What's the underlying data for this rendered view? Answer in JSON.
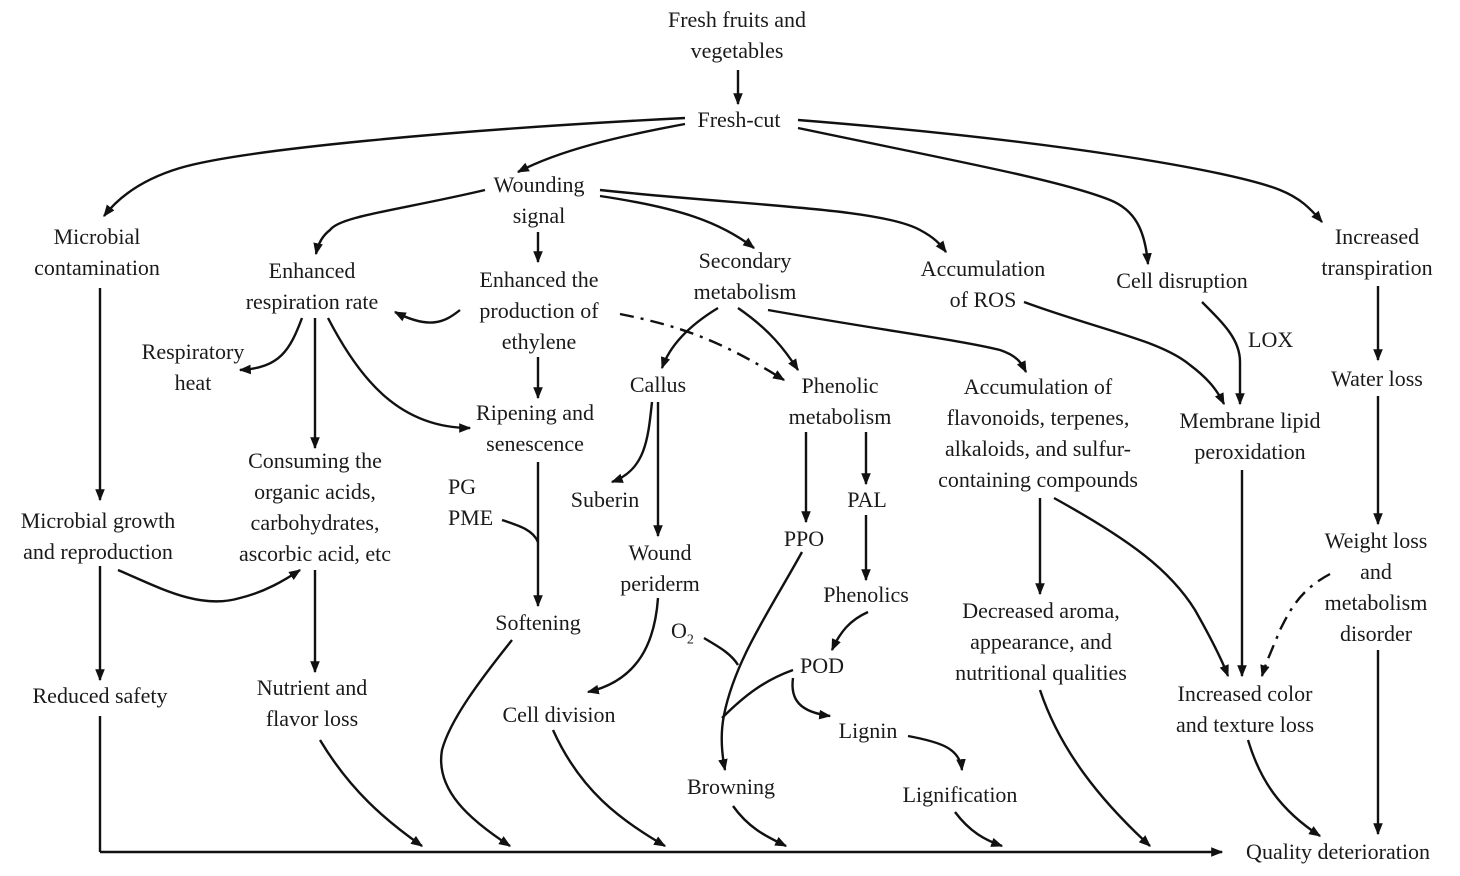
{
  "diagram": {
    "type": "flowchart",
    "topic": "Quality deterioration mechanisms of fresh-cut fruits and vegetables",
    "nodes": {
      "fresh_produce": [
        "Fresh fruits and",
        "vegetables"
      ],
      "fresh_cut": [
        "Fresh-cut"
      ],
      "wounding_signal": [
        "Wounding",
        "signal"
      ],
      "microbial_contamination": [
        "Microbial",
        "contamination"
      ],
      "enhanced_respiration": [
        "Enhanced",
        "respiration rate"
      ],
      "ethylene": [
        "Enhanced the",
        "production of",
        "ethylene"
      ],
      "secondary_metabolism": [
        "Secondary",
        "metabolism"
      ],
      "ros": [
        "Accumulation",
        "of ROS"
      ],
      "cell_disruption": [
        "Cell disruption"
      ],
      "transpiration": [
        "Increased",
        "transpiration"
      ],
      "respiratory_heat": [
        "Respiratory",
        "heat"
      ],
      "ripening": [
        "Ripening and",
        "senescence"
      ],
      "callus": [
        "Callus"
      ],
      "phenolic_metabolism": [
        "Phenolic",
        "metabolism"
      ],
      "accumulation_compounds": [
        "Accumulation of",
        "flavonoids, terpenes,",
        "alkaloids, and sulfur-",
        "containing compounds"
      ],
      "membrane_peroxidation": [
        "Membrane lipid",
        "peroxidation"
      ],
      "water_loss": [
        "Water loss"
      ],
      "microbial_growth": [
        "Microbial growth",
        "and reproduction"
      ],
      "consuming": [
        "Consuming the",
        "organic acids,",
        "carbohydrates,",
        "ascorbic acid, etc"
      ],
      "suberin": [
        "Suberin"
      ],
      "wound_periderm": [
        "Wound",
        "periderm"
      ],
      "ppo": [
        "PPO"
      ],
      "pal": [
        "PAL"
      ],
      "phenolics": [
        "Phenolics"
      ],
      "softening": [
        "Softening"
      ],
      "pod": [
        "POD"
      ],
      "decreased_aroma": [
        "Decreased aroma,",
        "appearance, and",
        "nutritional qualities"
      ],
      "weight_loss": [
        "Weight loss",
        "and",
        "metabolism",
        "disorder"
      ],
      "reduced_safety": [
        "Reduced safety"
      ],
      "nutrient_loss": [
        "Nutrient and",
        "flavor loss"
      ],
      "cell_division": [
        "Cell division"
      ],
      "lignin": [
        "Lignin"
      ],
      "browning": [
        "Browning"
      ],
      "lignification": [
        "Lignification"
      ],
      "color_texture_loss": [
        "Increased color",
        "and texture loss"
      ],
      "quality_deterioration": [
        "Quality deterioration"
      ]
    },
    "edge_labels": {
      "pg": "PG",
      "pme": "PME",
      "lox": "LOX",
      "o2_main": "O",
      "o2_sub": "2"
    },
    "edges": [
      {
        "from": "fresh_produce",
        "to": "fresh_cut",
        "style": "solid"
      },
      {
        "from": "fresh_cut",
        "to": "microbial_contamination",
        "style": "solid"
      },
      {
        "from": "fresh_cut",
        "to": "wounding_signal",
        "style": "solid"
      },
      {
        "from": "fresh_cut",
        "to": "cell_disruption",
        "style": "solid"
      },
      {
        "from": "fresh_cut",
        "to": "transpiration",
        "style": "solid"
      },
      {
        "from": "wounding_signal",
        "to": "enhanced_respiration",
        "style": "solid"
      },
      {
        "from": "wounding_signal",
        "to": "ethylene",
        "style": "solid"
      },
      {
        "from": "wounding_signal",
        "to": "secondary_metabolism",
        "style": "solid"
      },
      {
        "from": "wounding_signal",
        "to": "ros",
        "style": "solid"
      },
      {
        "from": "ethylene",
        "to": "enhanced_respiration",
        "style": "solid"
      },
      {
        "from": "ethylene",
        "to": "phenolic_metabolism",
        "style": "dash-dot"
      },
      {
        "from": "ethylene",
        "to": "ripening",
        "style": "solid"
      },
      {
        "from": "enhanced_respiration",
        "to": "respiratory_heat",
        "style": "solid"
      },
      {
        "from": "enhanced_respiration",
        "to": "consuming",
        "style": "solid"
      },
      {
        "from": "enhanced_respiration",
        "to": "ripening",
        "style": "solid"
      },
      {
        "from": "secondary_metabolism",
        "to": "callus",
        "style": "solid"
      },
      {
        "from": "secondary_metabolism",
        "to": "phenolic_metabolism",
        "style": "solid"
      },
      {
        "from": "secondary_metabolism",
        "to": "accumulation_compounds",
        "style": "solid"
      },
      {
        "from": "ros",
        "to": "membrane_peroxidation",
        "style": "solid"
      },
      {
        "from": "cell_disruption",
        "to": "membrane_peroxidation",
        "style": "solid",
        "label": "LOX"
      },
      {
        "from": "transpiration",
        "to": "water_loss",
        "style": "solid"
      },
      {
        "from": "microbial_contamination",
        "to": "microbial_growth",
        "style": "solid"
      },
      {
        "from": "microbial_growth",
        "to": "consuming",
        "style": "solid"
      },
      {
        "from": "microbial_growth",
        "to": "reduced_safety",
        "style": "solid"
      },
      {
        "from": "consuming",
        "to": "nutrient_loss",
        "style": "solid"
      },
      {
        "from": "ripening",
        "to": "softening",
        "style": "solid",
        "label": "PG PME"
      },
      {
        "from": "callus",
        "to": "suberin",
        "style": "solid"
      },
      {
        "from": "callus",
        "to": "wound_periderm",
        "style": "solid"
      },
      {
        "from": "wound_periderm",
        "to": "cell_division",
        "style": "solid"
      },
      {
        "from": "phenolic_metabolism",
        "to": "ppo",
        "style": "solid"
      },
      {
        "from": "phenolic_metabolism",
        "to": "pal",
        "style": "solid"
      },
      {
        "from": "pal",
        "to": "phenolics",
        "style": "solid"
      },
      {
        "from": "phenolics",
        "to": "pod",
        "style": "solid"
      },
      {
        "from": "ppo",
        "to": "browning",
        "style": "solid",
        "label": "O2"
      },
      {
        "from": "pod",
        "to": "browning",
        "style": "solid"
      },
      {
        "from": "pod",
        "to": "lignin",
        "style": "solid"
      },
      {
        "from": "lignin",
        "to": "lignification",
        "style": "solid"
      },
      {
        "from": "accumulation_compounds",
        "to": "decreased_aroma",
        "style": "solid"
      },
      {
        "from": "accumulation_compounds",
        "to": "color_texture_loss",
        "style": "solid"
      },
      {
        "from": "membrane_peroxidation",
        "to": "color_texture_loss",
        "style": "solid"
      },
      {
        "from": "weight_loss",
        "to": "color_texture_loss",
        "style": "dash-dot"
      },
      {
        "from": "water_loss",
        "to": "weight_loss",
        "style": "solid"
      },
      {
        "from": "reduced_safety",
        "to": "quality_deterioration",
        "style": "solid"
      },
      {
        "from": "nutrient_loss",
        "to": "quality_deterioration",
        "style": "solid"
      },
      {
        "from": "softening",
        "to": "quality_deterioration",
        "style": "solid"
      },
      {
        "from": "cell_division",
        "to": "quality_deterioration",
        "style": "solid"
      },
      {
        "from": "browning",
        "to": "quality_deterioration",
        "style": "solid"
      },
      {
        "from": "lignification",
        "to": "quality_deterioration",
        "style": "solid"
      },
      {
        "from": "decreased_aroma",
        "to": "quality_deterioration",
        "style": "solid"
      },
      {
        "from": "color_texture_loss",
        "to": "quality_deterioration",
        "style": "solid"
      },
      {
        "from": "weight_loss",
        "to": "quality_deterioration",
        "style": "solid"
      }
    ]
  }
}
